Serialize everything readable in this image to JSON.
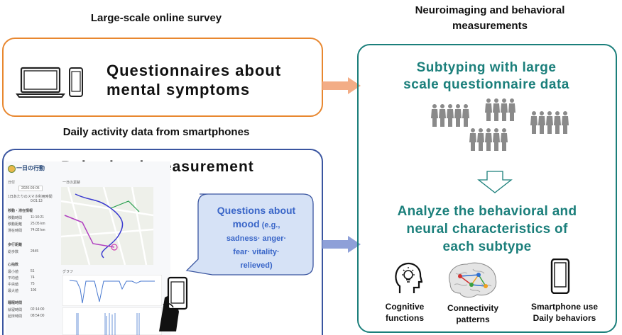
{
  "headers": {
    "survey": "Large-scale online survey",
    "neuro": "Neuroimaging and behavioral\nmeasurements",
    "daily": "Daily activity data from smartphones"
  },
  "survey_box": {
    "title_line1": "Questionnaires about",
    "title_line2": "mental symptoms"
  },
  "behavior_box": {
    "title": "Behavioral measurement"
  },
  "app_screen": {
    "app_title": "一日の行動",
    "date_label": "日付",
    "date_value": "2020-09-05",
    "usage_label": "1日あたりのスマホ利用時間",
    "usage_value": "0:01:13",
    "map_label": "一日の足跡",
    "section_move": "移動・滞在情報",
    "rows_move": [
      {
        "k": "移動時間",
        "v": "11:10:21"
      },
      {
        "k": "移動距離",
        "v": "25.05 km"
      },
      {
        "k": "滞在時間",
        "v": "74.02 km"
      }
    ],
    "section_steps": "歩行距離",
    "steps": {
      "k": "総歩数",
      "v": "2445"
    },
    "section_heart": "心拍数",
    "rows_heart": [
      {
        "k": "最小値",
        "v": "51"
      },
      {
        "k": "平均値",
        "v": "74"
      },
      {
        "k": "中央値",
        "v": "75"
      },
      {
        "k": "最大値",
        "v": "106"
      }
    ],
    "section_sleep": "睡眠時間",
    "rows_sleep": [
      {
        "k": "就寝時間",
        "v": "02:14:00"
      },
      {
        "k": "起床時間",
        "v": "08:54:00"
      }
    ],
    "graph_label": "グラフ"
  },
  "bubble": {
    "line1": "Questions about",
    "line2": "mood",
    "line2_small": " (e.g.,",
    "line3": "sadness· anger·",
    "line4": "fear· vitality·",
    "line5": "relieved)"
  },
  "right_box": {
    "subtyping_line1": "Subtyping with large",
    "subtyping_line2": "scale questionnaire data",
    "analyze_line1": "Analyze the behavioral and",
    "analyze_line2": "neural characteristics of",
    "analyze_line3": "each subtype",
    "cognitive_line1": "Cognitive",
    "cognitive_line2": "functions",
    "connectivity_line1": "Connectivity",
    "connectivity_line2": "patterns",
    "smartphone_line1": "Smartphone use",
    "smartphone_line2": "Daily behaviors"
  },
  "colors": {
    "orange": "#e8872f",
    "blue": "#3a55a0",
    "teal": "#1b7f7b",
    "peach_arrow": "#f3ad86",
    "blue_arrow": "#8ea0d8",
    "bubble_fill": "#d6e2f6",
    "bubble_text": "#3a66c8"
  }
}
